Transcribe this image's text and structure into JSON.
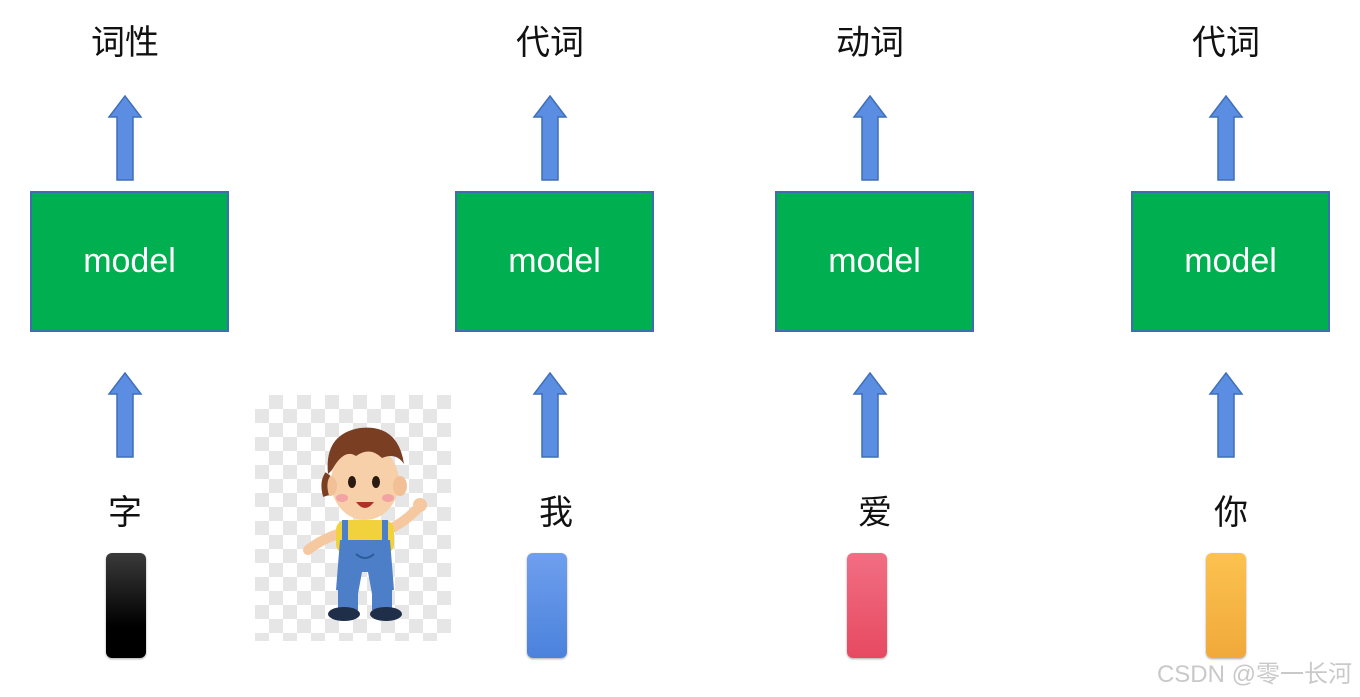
{
  "columns": [
    {
      "top_label": "词性",
      "model_label": "model",
      "word": "字",
      "swatch_color": "#000000"
    },
    {
      "top_label": "代词",
      "model_label": "model",
      "word": "我",
      "swatch_color": "#5b8fe6"
    },
    {
      "top_label": "动词",
      "model_label": "model",
      "word": "爱",
      "swatch_color": "#ec5a70"
    },
    {
      "top_label": "代词",
      "model_label": "model",
      "word": "你",
      "swatch_color": "#f5b545"
    }
  ],
  "colors": {
    "model_fill": "#00b050",
    "model_border": "#3d6fb0",
    "arrow_fill": "#5b8ee2",
    "arrow_stroke": "#3f6fb8"
  },
  "illustration_icon": "cartoon-boy-icon",
  "watermark": "CSDN @零一长河"
}
